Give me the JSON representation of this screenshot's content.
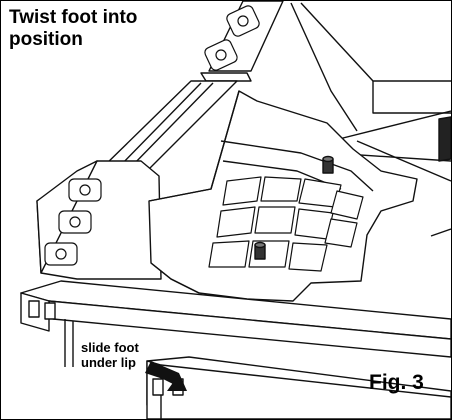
{
  "figure": {
    "instruction_title": "Twist foot into position",
    "callout_line1": "slide foot",
    "callout_line2": "under lip",
    "figure_label": "Fig. 3"
  }
}
